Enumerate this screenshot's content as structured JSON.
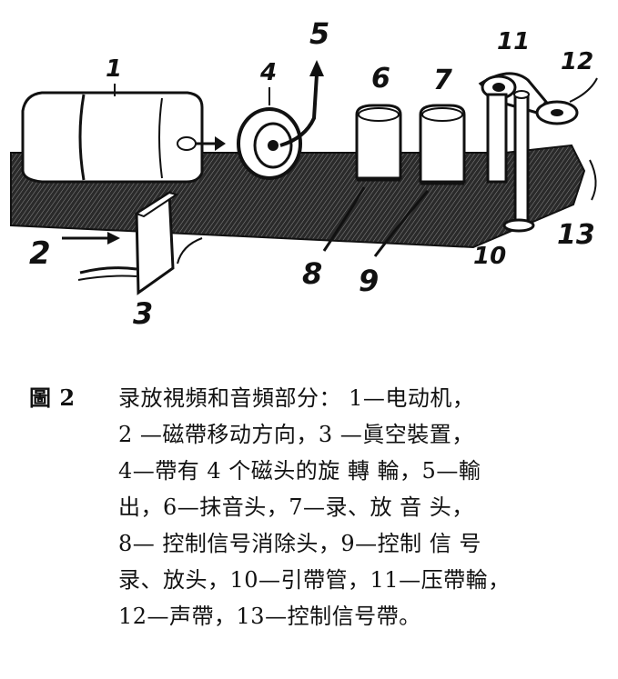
{
  "labels": {
    "motor": "1",
    "direction": "2",
    "vacuum": "3",
    "rotating_wheel": "4",
    "output": "5",
    "erase_head": "6",
    "record_play_head": "7",
    "control_erase_head": "8",
    "control_record_play_head": "9",
    "tape_guide": "10",
    "pressure_roller": "11",
    "sound_track": "12",
    "control_track": "13"
  },
  "caption": {
    "figure_no": "圖 2",
    "lines": [
      "录放視頻和音頻部分： 1—电动机，",
      "2 —磁帶移动方向，3 —眞空裝置，",
      "4—帶有 4 个磁头的旋 轉 輪，5—輸",
      "出，6—抹音头，7—录、放 音 头，",
      "8— 控制信号消除头，9—控制 信 号",
      "录、放头，10—引帶管，11—压帶輪，",
      "12—声帶，13—控制信号帶。"
    ]
  }
}
